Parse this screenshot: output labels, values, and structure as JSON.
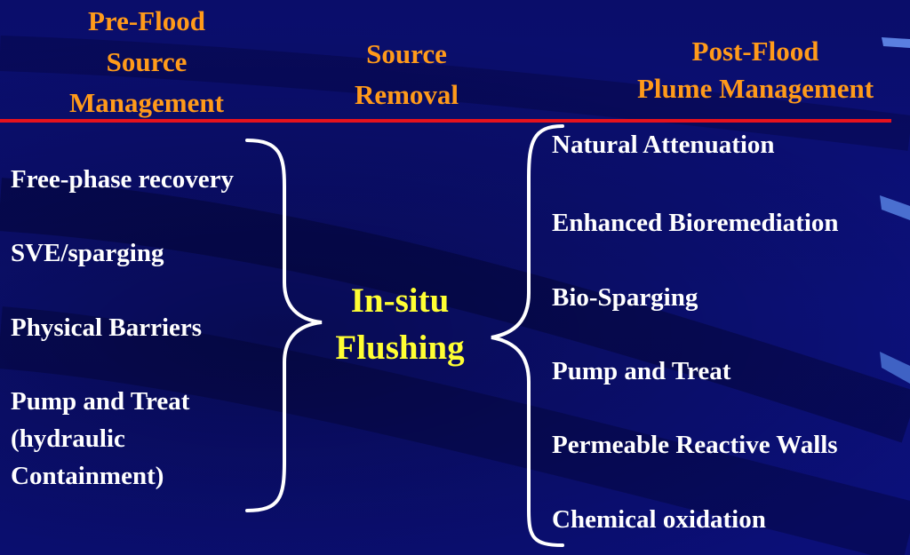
{
  "headers": {
    "pre_flood": [
      "Pre-Flood",
      "Source",
      "Management"
    ],
    "source_removal": [
      "Source",
      "Removal"
    ],
    "post_flood": [
      "Post-Flood",
      "Plume Management"
    ]
  },
  "pre_flood_items": [
    [
      "Free-phase recovery"
    ],
    [
      "SVE/sparging"
    ],
    [
      "Physical Barriers"
    ],
    [
      "Pump and Treat",
      "(hydraulic",
      "Containment)"
    ]
  ],
  "center_label": [
    "In-situ",
    "Flushing"
  ],
  "post_flood_items": [
    "Natural Attenuation",
    "Enhanced Bioremediation",
    "Bio-Sparging",
    "Pump and Treat",
    "Permeable Reactive Walls",
    "Chemical oxidation"
  ],
  "colors": {
    "background": "#0b0f7a",
    "header_text": "#ff9a1a",
    "divider": "#e6121d",
    "body_text": "#ffffff",
    "center_text": "#ffff33"
  }
}
